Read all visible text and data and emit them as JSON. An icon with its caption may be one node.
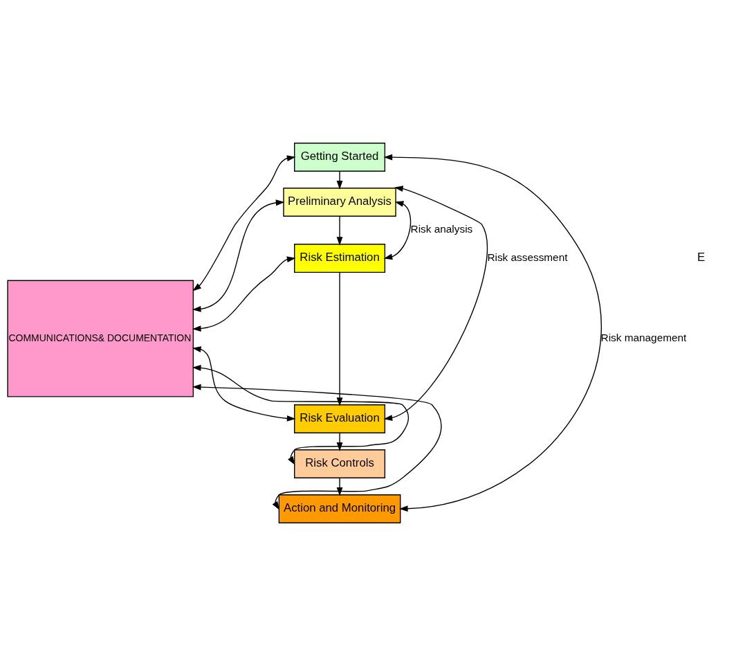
{
  "diagram": {
    "nodes": [
      {
        "text": [
          "COMMUNICATIONS& DOCUMENTATION"
        ]
      },
      {
        "text": [
          "Getting Started"
        ]
      },
      {
        "text": [
          "Preliminary Analysis"
        ]
      },
      {
        "text": [
          "Risk Estimation"
        ]
      },
      {
        "text": [
          "Risk Evaluation"
        ]
      },
      {
        "text": [
          "Risk Controls"
        ]
      },
      {
        "text": [
          "Action and Monitoring"
        ]
      }
    ],
    "edges": [
      {
        "from": 0,
        "to": 1,
        "arrow": "both"
      },
      {
        "from": 0,
        "to": 2,
        "arrow": "both"
      },
      {
        "from": 0,
        "to": 3,
        "arrow": "both"
      },
      {
        "from": 0,
        "to": 4,
        "arrow": "both"
      },
      {
        "from": 0,
        "to": 5,
        "arrow": "both"
      },
      {
        "from": 0,
        "to": 6,
        "arrow": "both"
      },
      {
        "from": 1,
        "to": 2,
        "arrow": "to"
      },
      {
        "from": 2,
        "to": 3,
        "arrow": "to"
      },
      {
        "from": 3,
        "to": 4,
        "arrow": "to"
      },
      {
        "from": 4,
        "to": 5,
        "arrow": "to"
      },
      {
        "from": 5,
        "to": 6,
        "arrow": "to"
      },
      {
        "from": 3,
        "to": 2,
        "arrow": "both",
        "label": "Risk analysis"
      },
      {
        "from": 4,
        "to": 2,
        "arrow": "both",
        "label": "Risk assessment"
      },
      {
        "from": 6,
        "to": 1,
        "arrow": "both",
        "label": "Risk management"
      }
    ],
    "labels": [
      "E"
    ]
  }
}
